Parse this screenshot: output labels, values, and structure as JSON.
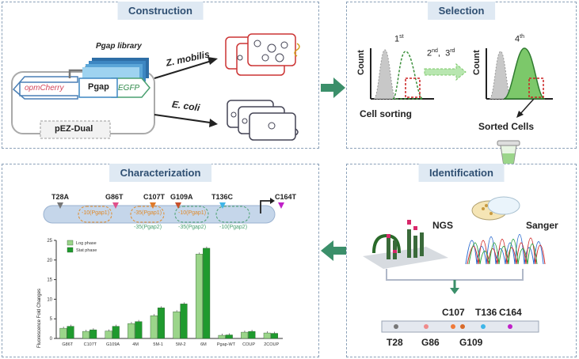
{
  "panels": {
    "construction": {
      "title": "Construction",
      "library_label": "Pgap library",
      "mcherry": "opmCherry",
      "pgap": "Pgap",
      "egfp": "EGFP",
      "plasmid": "pEZ-Dual",
      "zmobilis": "Z. mobilis",
      "ecoli": "E. coli"
    },
    "selection": {
      "title": "Selection",
      "round1": "1",
      "round1_sup": "st",
      "round2": "2",
      "round2_sup": "nd",
      "round3": "3",
      "round3_sup": "rd",
      "round4": "4",
      "round4_sup": "th",
      "count": "Count",
      "cell_sorting": "Cell sorting",
      "sorted_cells": "Sorted Cells"
    },
    "identification": {
      "title": "Identification",
      "ngs": "NGS",
      "sanger": "Sanger",
      "marks": [
        {
          "label": "T28",
          "color": "#777777"
        },
        {
          "label": "G86",
          "color": "#f08a8a"
        },
        {
          "label": "C107",
          "color": "#f07a3a"
        },
        {
          "label": "G109",
          "color": "#d86a2a"
        },
        {
          "label": "T136",
          "color": "#3fb6e8"
        },
        {
          "label": "C164",
          "color": "#c020c8"
        }
      ]
    },
    "characterization": {
      "title": "Characterization",
      "mutations": [
        "T28A",
        "G86T",
        "C107T",
        "G109A",
        "T136C",
        "C164T"
      ],
      "promoter_boxes": [
        "-10(Pgap1)",
        "-35(Pgap1)",
        "-10(Pgap1)",
        "-35(Pgap2)",
        "-35(Pgap2)",
        "-10(Pgap2)"
      ]
    }
  },
  "chart_data": {
    "type": "bar",
    "categories": [
      "G86T",
      "C107T",
      "G109A",
      "4M",
      "5M-1",
      "5M-2",
      "6M",
      "Pgap-WT",
      "COUP",
      "2COUP"
    ],
    "series": [
      {
        "name": "Log phase",
        "values": [
          2.6,
          1.8,
          1.9,
          3.8,
          5.8,
          6.8,
          21.5,
          0.8,
          1.6,
          1.4
        ],
        "color": "#9bd58a"
      },
      {
        "name": "Stat phase",
        "values": [
          3.1,
          2.2,
          3.1,
          4.3,
          7.8,
          8.8,
          23.0,
          0.9,
          1.8,
          1.3
        ],
        "color": "#1f9a2e"
      }
    ],
    "ylabel": "Fluorescence Fold Changes",
    "ylim": [
      0,
      25
    ],
    "yticks": [
      "0",
      "5",
      "10",
      "15",
      "20",
      "25"
    ]
  },
  "colors": {
    "arrow": "#3b8f6a",
    "panel_title_bg": "#dfe9f3",
    "hist_gray": "#c8c8c8",
    "hist_green": "#7cc86a",
    "gate": "#cc2222"
  }
}
